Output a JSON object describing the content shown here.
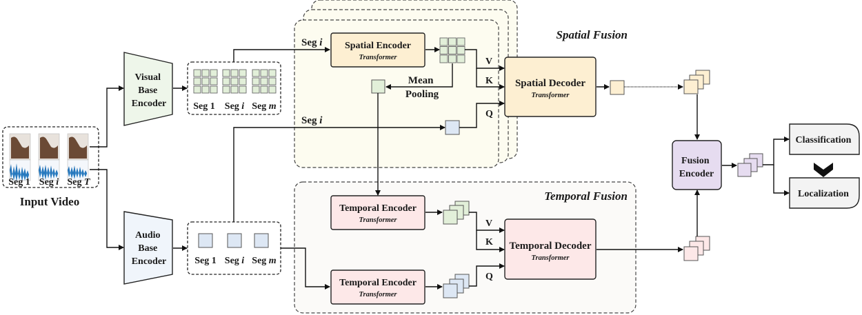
{
  "input": {
    "title": "Input Video",
    "segments": [
      {
        "prefix": "Seg ",
        "idx": "1"
      },
      {
        "prefix": "Seg ",
        "idx": "i"
      },
      {
        "prefix": "Seg ",
        "idx": "T"
      }
    ]
  },
  "visual_encoder": {
    "lines": [
      "Visual",
      "Base",
      "Encoder"
    ]
  },
  "audio_encoder": {
    "lines": [
      "Audio",
      "Base",
      "Encoder"
    ]
  },
  "visual_segments": [
    {
      "prefix": "Seg ",
      "idx": "1"
    },
    {
      "prefix": "Seg ",
      "idx": "i"
    },
    {
      "prefix": "Seg ",
      "idx": "m"
    }
  ],
  "audio_segments": [
    {
      "prefix": "Seg ",
      "idx": "1"
    },
    {
      "prefix": "Seg ",
      "idx": "i"
    },
    {
      "prefix": "Seg ",
      "idx": "m"
    }
  ],
  "spatial_fusion": {
    "title": "Spatial Fusion",
    "seg_in_label": {
      "prefix": "Seg ",
      "idx": "i"
    },
    "seg_audio_label": {
      "prefix": "Seg ",
      "idx": "i"
    },
    "encoder": {
      "title": "Spatial Encoder",
      "subtitle": "Transformer"
    },
    "decoder": {
      "title": "Spatial Decoder",
      "subtitle": "Transformer"
    },
    "pooling": [
      "Mean",
      "Pooling"
    ],
    "v": "V",
    "k": "K",
    "q": "Q"
  },
  "temporal_fusion": {
    "title": "Temporal Fusion",
    "encoder_visual": {
      "title": "Temporal Encoder",
      "subtitle": "Transformer"
    },
    "encoder_audio": {
      "title": "Temporal Encoder",
      "subtitle": "Transformer"
    },
    "decoder": {
      "title": "Temporal Decoder",
      "subtitle": "Transformer"
    },
    "v": "V",
    "k": "K",
    "q": "Q"
  },
  "fusion_encoder": {
    "lines": [
      "Fusion",
      "Encoder"
    ]
  },
  "heads": {
    "classification": "Classification",
    "localization": "Localization"
  },
  "colors": {
    "visual_green": "#e2efd9",
    "audio_blue": "#dde7f4",
    "spatial_bg": "#fdfcf0",
    "spatial_box": "#fdefd2",
    "temporal_bg": "#fbfaf8",
    "temporal_box": "#fde8e8",
    "fusion_purple": "#e6dcf0",
    "head_gray": "#f3f3f3"
  }
}
